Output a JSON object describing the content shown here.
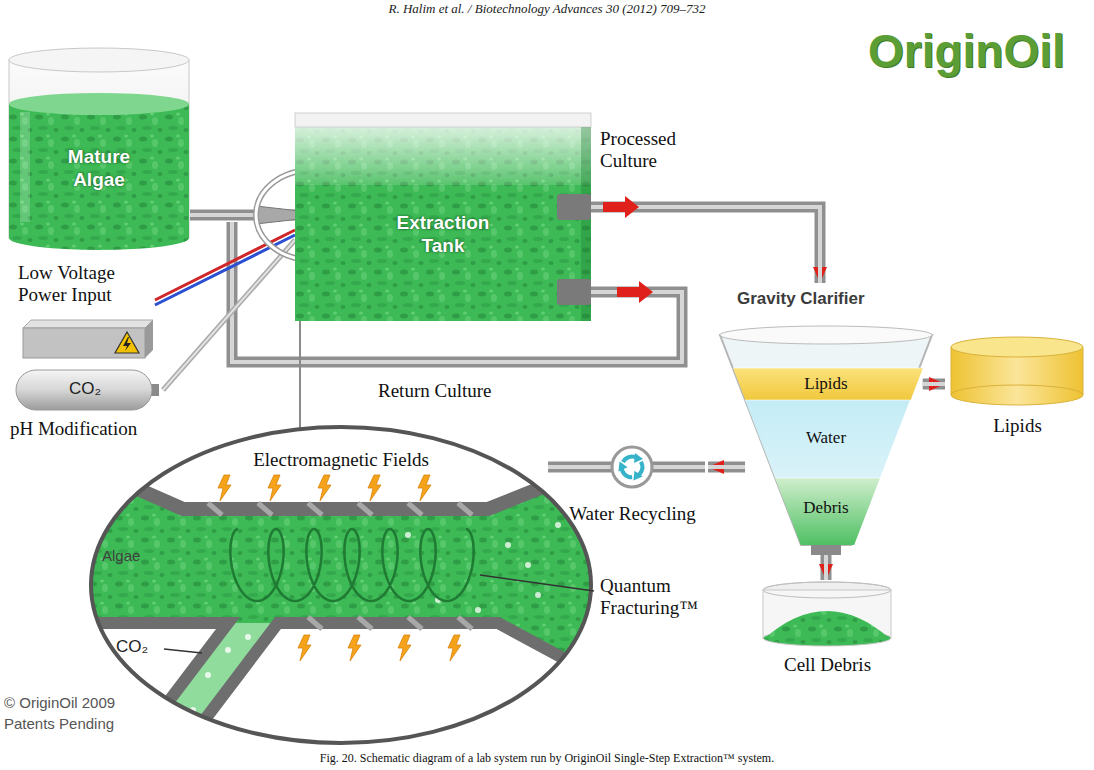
{
  "diagram": {
    "caption": "Fig. 20. Schematic diagram of a lab system run by OriginOil Single-Step Extraction™ system.",
    "nodes": [
      {
        "text": [
          "Mature Algae"
        ]
      },
      {
        "text": [
          "Extraction Tank"
        ]
      },
      {
        "text": [
          "Low Voltage Power Input"
        ]
      },
      {
        "text": [
          "CO₂",
          "pH Modification"
        ]
      },
      {
        "text": [
          "Gravity Clarifier"
        ]
      },
      {
        "text": [
          "Lipids"
        ],
        "in": 4
      },
      {
        "text": [
          "Water"
        ],
        "in": 4
      },
      {
        "text": [
          "Debris"
        ],
        "in": 4
      },
      {
        "text": [
          "Lipids"
        ]
      },
      {
        "text": [
          "Water Recycling"
        ]
      },
      {
        "text": [
          "Cell Debris"
        ]
      },
      {
        "text": [
          "Electromagnetic Fields",
          "Algae",
          "CO₂",
          "Quantum Fracturing™"
        ]
      }
    ],
    "edges": [
      {
        "from": 0,
        "to": 1,
        "arrow": "to"
      },
      {
        "from": 1,
        "to": 4,
        "label": "Processed Culture",
        "arrow": "to"
      },
      {
        "from": 2,
        "to": 1,
        "arrow": "none"
      },
      {
        "from": 3,
        "to": 1,
        "arrow": "none"
      },
      {
        "from": 5,
        "to": 8,
        "arrow": "to"
      },
      {
        "from": 6,
        "to": 9,
        "arrow": "to"
      },
      {
        "from": 7,
        "to": 10,
        "arrow": "to"
      }
    ],
    "labels": [
      "R. Halim et al. / Biotechnology Advances 30 (2012) 709–732",
      "OriginOil",
      "Return Culture",
      "© OriginOil 2009",
      "Patents Pending"
    ]
  }
}
